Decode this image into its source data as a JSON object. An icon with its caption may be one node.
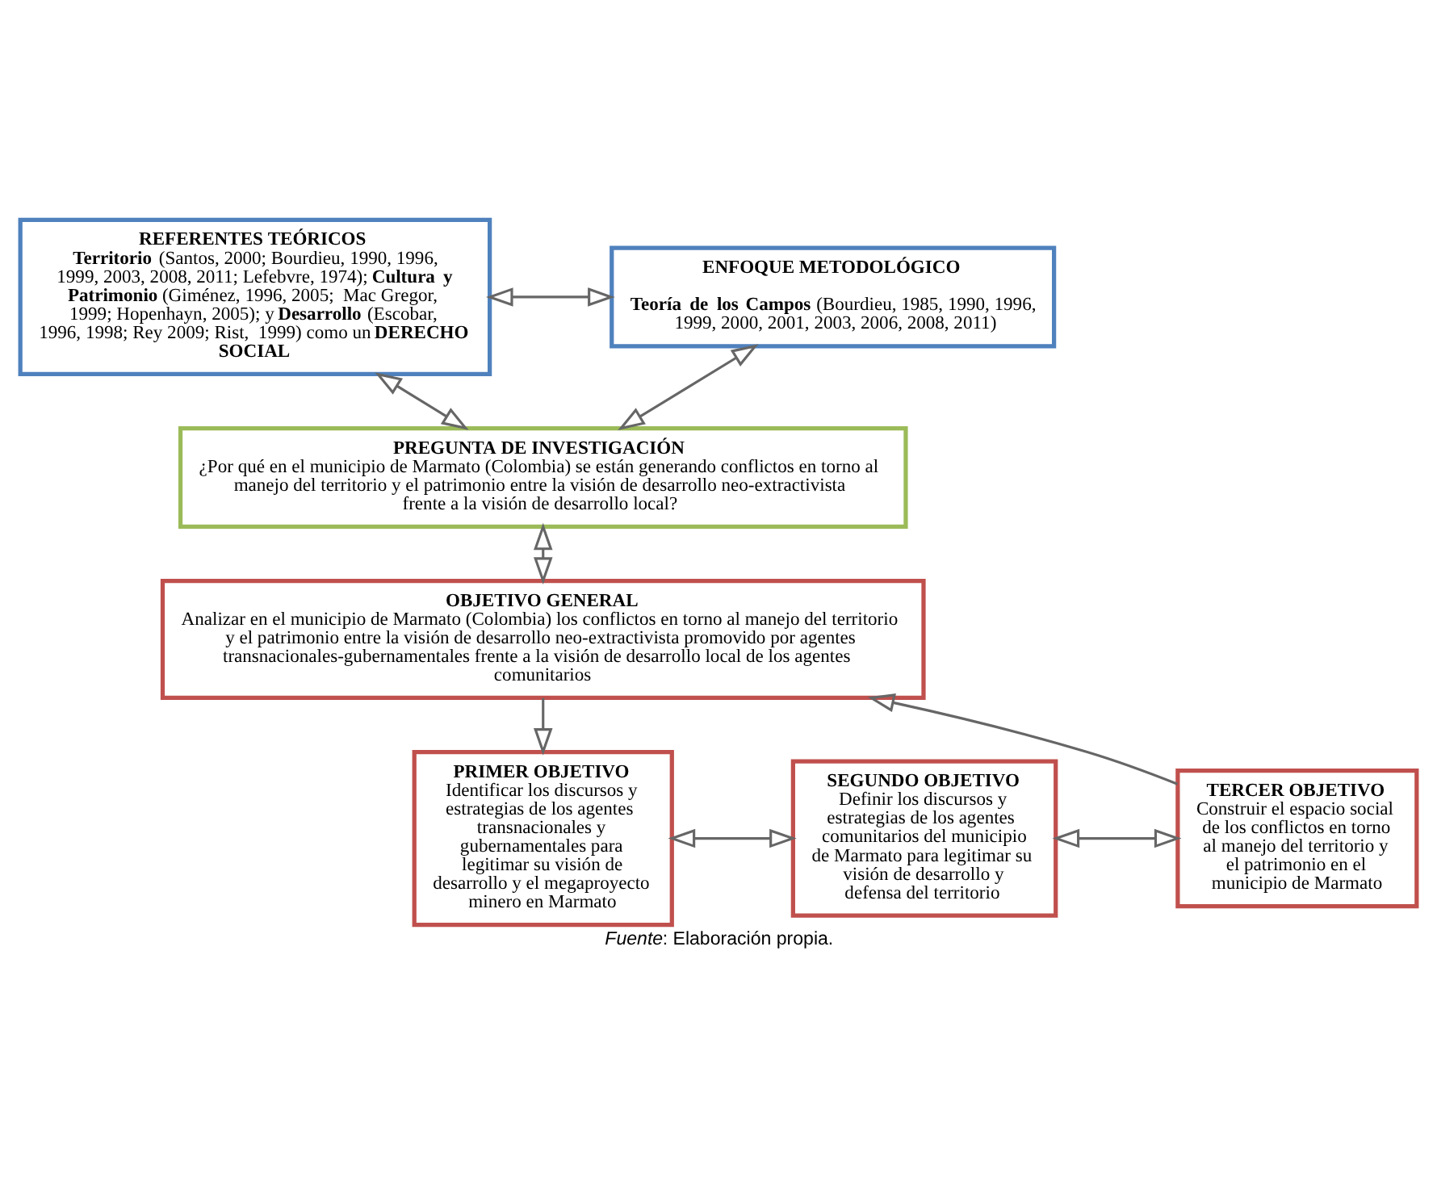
{
  "diagram": {
    "caption": "*Fuente*: Elaboración propia.",
    "nodes": [
      {
        "text": [
          "REFERENTES TEÓRICOS",
          "**Territorio** (Santos, 2000; Bourdieu, 1990, 1996, 1999, 2003, 2008, 2011; Lefebvre, 1974); **Cultura y Patrimonio** (Giménez, 1996, 2005;  Mac Gregor, 1999; Hopenhayn, 2005); y **Desarrollo** (Escobar, 1996, 1998; Rey 2009; Rist,  1999) como un **DERECHO SOCIAL**"
        ]
      },
      {
        "text": [
          "ENFOQUE METODOLÓGICO",
          "**Teoría de los Campos** (Bourdieu, 1985, 1990, 1996, 1999, 2000, 2001, 2003, 2006, 2008, 2011)"
        ]
      },
      {
        "text": [
          "PREGUNTA DE INVESTIGACIÓN",
          "¿Por qué en el municipio de Marmato (Colombia) se están generando conflictos en torno al manejo del territorio y el patrimonio entre la visión de desarrollo neo-extractivista frente a la visión de desarrollo local?"
        ]
      },
      {
        "text": [
          "OBJETIVO GENERAL",
          "Analizar en el municipio de Marmato (Colombia) los conflictos en torno al manejo del territorio y el patrimonio entre la visión de desarrollo neo-extractivista promovido por agentes transnacionales-gubernamentales frente a la visión de desarrollo local de los agentes comunitarios"
        ]
      },
      {
        "text": [
          "PRIMER OBJETIVO",
          "Identificar los discursos y estrategias de los agentes transnacionales y gubernamentales para legitimar su visión de desarrollo y el megaproyecto minero en Marmato"
        ]
      },
      {
        "text": [
          "SEGUNDO OBJETIVO",
          "Definir los discursos y estrategias de los agentes comunitarios del municipio de Marmato para legitimar su visión de desarrollo y defensa del territorio"
        ]
      },
      {
        "text": [
          "TERCER OBJETIVO",
          "Construir el espacio social de los conflictos en torno al manejo del territorio y el patrimonio en el municipio de Marmato"
        ]
      }
    ],
    "edges": [
      {
        "from": 0,
        "to": 1,
        "arrow": "both"
      },
      {
        "from": 0,
        "to": 2,
        "arrow": "both"
      },
      {
        "from": 1,
        "to": 2,
        "arrow": "both"
      },
      {
        "from": 2,
        "to": 3,
        "arrow": "both"
      },
      {
        "from": 3,
        "to": 4,
        "arrow": "to"
      },
      {
        "from": 4,
        "to": 5,
        "arrow": "both"
      },
      {
        "from": 5,
        "to": 6,
        "arrow": "both"
      },
      {
        "from": 6,
        "to": 3,
        "arrow": "to"
      }
    ]
  }
}
